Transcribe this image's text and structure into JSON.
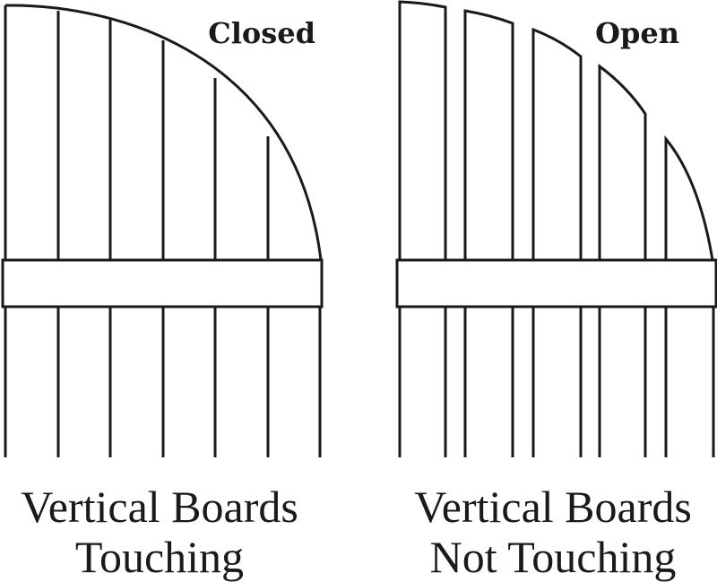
{
  "panels": [
    {
      "title": "Closed",
      "caption_line1": "Vertical Boards",
      "caption_line2": "Touching"
    },
    {
      "title": "Open",
      "caption_line1": "Vertical Boards",
      "caption_line2": "Not Touching"
    }
  ],
  "colors": {
    "ink": "#1a1a1a",
    "background": "#ffffff"
  }
}
